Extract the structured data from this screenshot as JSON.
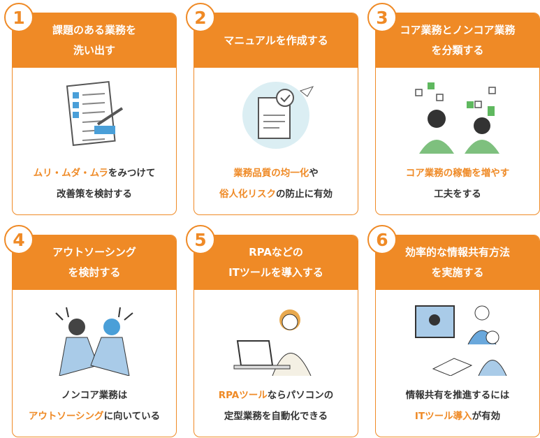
{
  "accent": "#ef8a26",
  "cards": [
    {
      "num": "1",
      "title": [
        "課題のある業務を",
        "洗い出す"
      ],
      "desc": [
        [
          {
            "t": "ムリ・ムダ・ムラ",
            "h": 1
          },
          {
            "t": "をみつけて",
            "h": 0
          }
        ],
        [
          {
            "t": "改善策を検討する",
            "h": 0
          }
        ]
      ],
      "icon": "checklist-icon"
    },
    {
      "num": "2",
      "title": [
        "マニュアルを作成する"
      ],
      "desc": [
        [
          {
            "t": "業務品質の均一化",
            "h": 1
          },
          {
            "t": "や",
            "h": 0
          }
        ],
        [
          {
            "t": "俗人化リスク",
            "h": 1
          },
          {
            "t": "の防止に有効",
            "h": 0
          }
        ]
      ],
      "icon": "manual-document-icon"
    },
    {
      "num": "3",
      "title": [
        "コア業務とノンコア業務",
        "を分類する"
      ],
      "desc": [
        [
          {
            "t": "コア業務の稼働を増やす",
            "h": 1
          }
        ],
        [
          {
            "t": "工夫をする",
            "h": 0
          }
        ]
      ],
      "icon": "sorting-people-icon"
    },
    {
      "num": "4",
      "title": [
        "アウトソーシング",
        "を検討する"
      ],
      "desc": [
        [
          {
            "t": "ノンコア業務は",
            "h": 0
          }
        ],
        [
          {
            "t": "アウトソーシング",
            "h": 1
          },
          {
            "t": "に向いている",
            "h": 0
          }
        ]
      ],
      "icon": "handshake-icon"
    },
    {
      "num": "5",
      "title": [
        "RPAなどの",
        "ITツールを導入する"
      ],
      "desc": [
        [
          {
            "t": "RPAツール",
            "h": 1
          },
          {
            "t": "ならパソコンの",
            "h": 0
          }
        ],
        [
          {
            "t": "定型業務を自動化できる",
            "h": 0
          }
        ]
      ],
      "icon": "laptop-worker-icon"
    },
    {
      "num": "6",
      "title": [
        "効率的な情報共有方法",
        "を実施する"
      ],
      "desc": [
        [
          {
            "t": "情報共有を推進するには",
            "h": 0
          }
        ],
        [
          {
            "t": "ITツール導入",
            "h": 1
          },
          {
            "t": "が有効",
            "h": 0
          }
        ]
      ],
      "icon": "video-meeting-icon"
    }
  ]
}
